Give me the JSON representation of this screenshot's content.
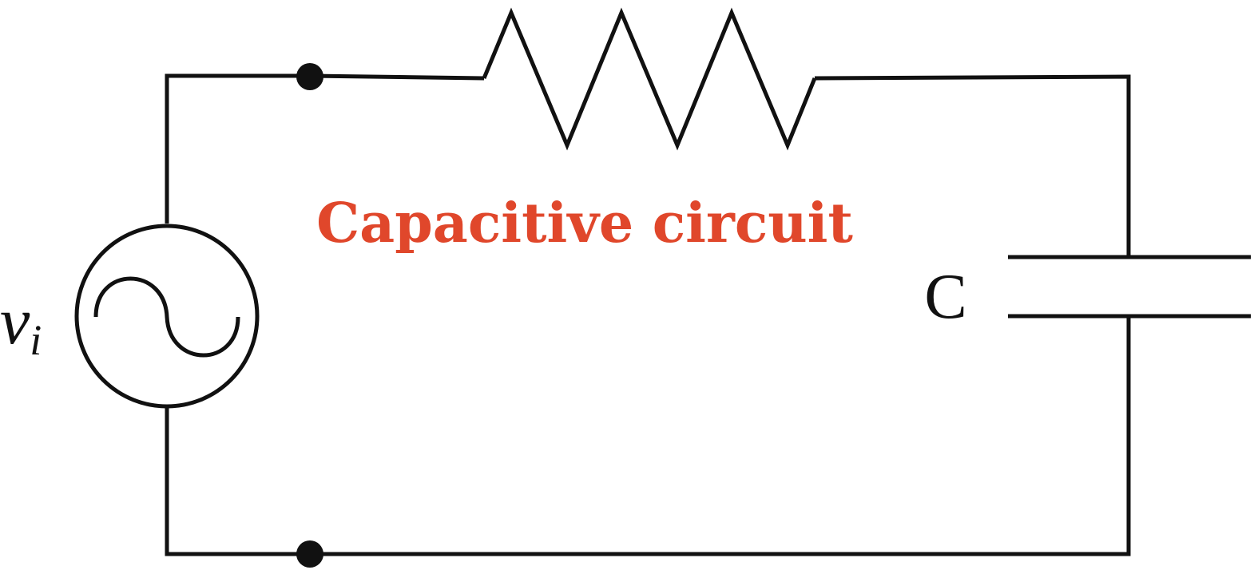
{
  "diagram": {
    "title": "Capacitive circuit",
    "capacitor_label": "C",
    "source_label": {
      "main": "v",
      "subscript": "i"
    },
    "colors": {
      "wire": "#111111",
      "title": "#e0472b",
      "background": "#ffffff"
    },
    "components": [
      "ac-voltage-source",
      "resistor",
      "capacitor",
      "terminal-node-top",
      "terminal-node-bottom"
    ]
  }
}
